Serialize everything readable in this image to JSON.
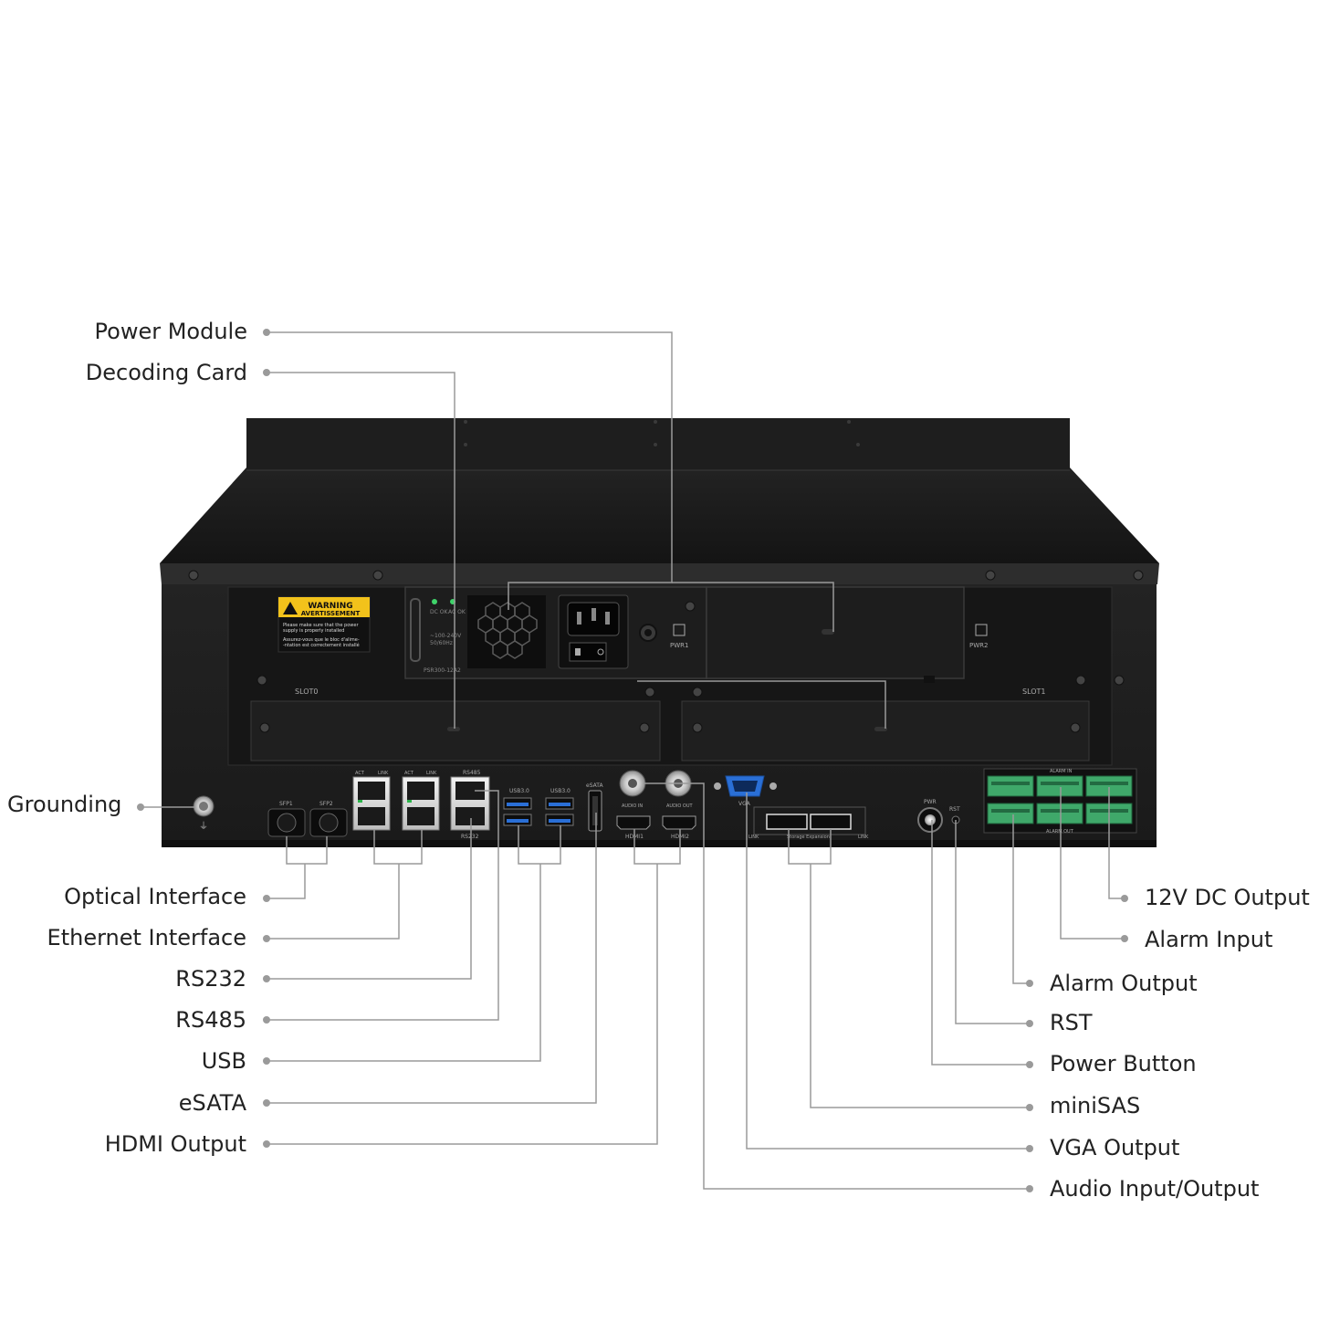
{
  "callouts": {
    "power_module": "Power Module",
    "decoding_card": "Decoding Card",
    "grounding": "Grounding",
    "optical_interface": "Optical Interface",
    "ethernet_interface": "Ethernet Interface",
    "rs232": "RS232",
    "rs485": "RS485",
    "usb": "USB",
    "esata": "eSATA",
    "hdmi_output": "HDMI Output",
    "dc_output_12v": "12V DC Output",
    "alarm_input": "Alarm Input",
    "alarm_output": "Alarm Output",
    "rst": "RST",
    "power_button": "Power Button",
    "minisas": "miniSAS",
    "vga_output": "VGA Output",
    "audio_io": "Audio Input/Output"
  },
  "device_labels": {
    "warning_title": "WARNING",
    "warning_subtitle": "AVERTISSEMENT",
    "warning_text_1": "Please make sure that the power",
    "warning_text_2": "supply is properly installed",
    "warning_text_3": "Assurez-vous que le bloc d'alime-",
    "warning_text_4": "-ntation est correctement installé",
    "dc_ok": "DC OK",
    "ac_ok": "AC OK",
    "voltage": "~100-240V",
    "frequency": "50/60Hz",
    "psu_model": "PSR300-12A2",
    "pwr1": "PWR1",
    "pwr2": "PWR2",
    "slot0": "SLOT0",
    "slot1": "SLOT1",
    "sfp1": "SFP1",
    "sfp2": "SFP2",
    "act": "ACT",
    "link": "LINK",
    "rs485": "RS485",
    "rs232": "RS232",
    "usb30": "USB3.0",
    "esata": "eSATA",
    "audio_in": "AUDIO IN",
    "audio_out": "AUDIO OUT",
    "hdmi1": "HDMI1",
    "hdmi2": "HDMI2",
    "vga": "VGA",
    "storage_expansion": "Storage Expansion",
    "pwr": "PWR",
    "rst": "RST",
    "alarm_in": "ALARM IN",
    "alarm_out": "ALARM OUT"
  },
  "colors": {
    "chassis": "#1c1c1c",
    "callout_line": "#9a9a9a",
    "terminal_green": "#3fa86a",
    "usb_blue": "#2a6fd6",
    "warning_yellow": "#f2c21b"
  }
}
